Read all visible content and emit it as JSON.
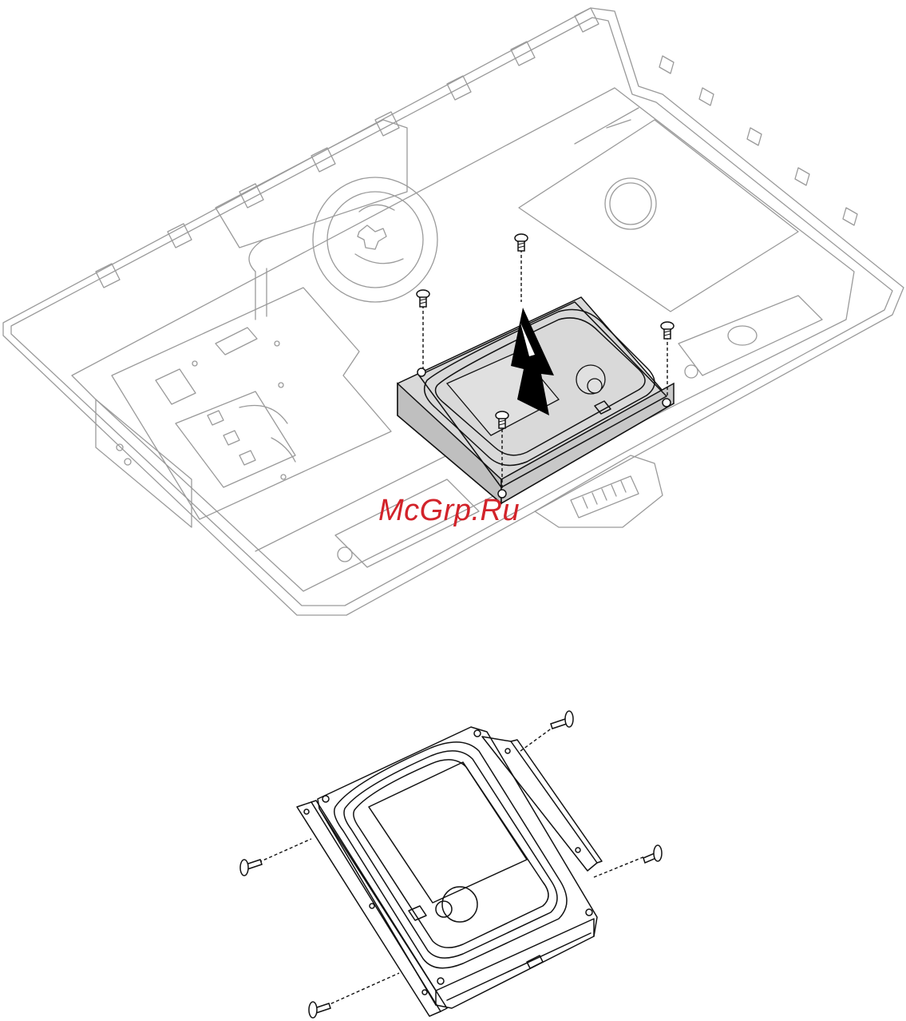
{
  "watermark": {
    "text": "McGrp.Ru",
    "color": "#d2232a"
  },
  "colors": {
    "chassis_outline": "#9a9a9a",
    "drive_outline": "#111111",
    "drive_fill": "#d9d9d9",
    "arrow": "#000000"
  },
  "figures": [
    {
      "id": "top",
      "icon": "hard-drive-removal-illustration",
      "screws": 4,
      "arrow": "up"
    },
    {
      "id": "bottom",
      "icon": "hard-drive-bracket-illustration",
      "screws": 4
    }
  ]
}
